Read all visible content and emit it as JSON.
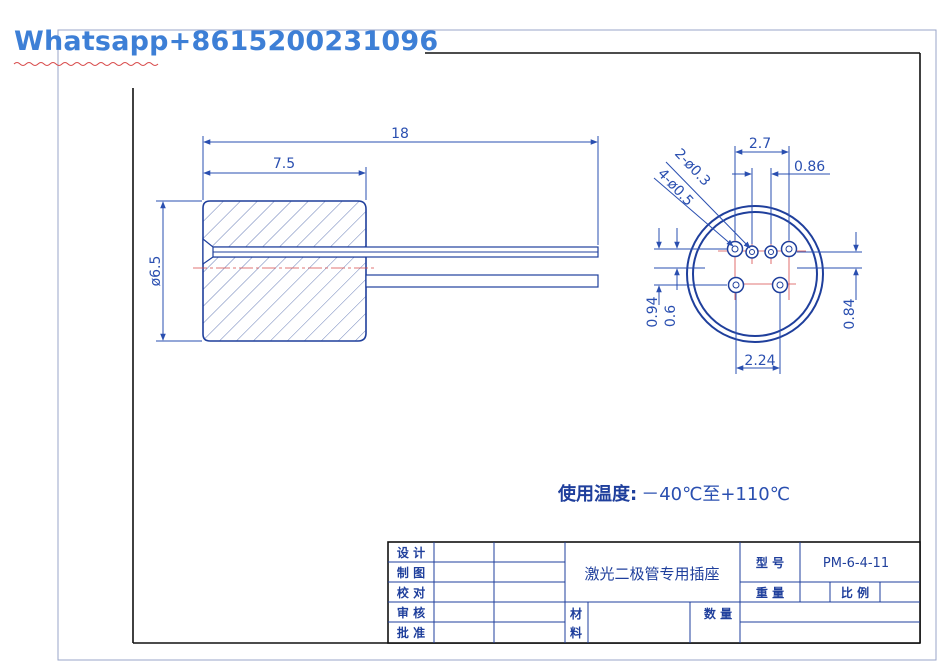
{
  "watermark": {
    "text": "Whatsapp+8615200231096"
  },
  "dimensions": {
    "length_total": "18",
    "length_body": "7.5",
    "diameter_body": "ø6.5",
    "pitch_top": "2.7",
    "offset_right": "0.86",
    "holes_small": "2-ø0.3",
    "holes_large": "4-ø0.5",
    "left_vertical_a": "0.94",
    "left_vertical_b": "0.6",
    "right_vertical": "0.84",
    "pitch_bottom": "2.24"
  },
  "temperature": {
    "label": "使用温度",
    "colon": ":",
    "value": "－40℃至+110℃"
  },
  "title_block": {
    "designer": "设 计",
    "drafter": "制 图",
    "checker": "校 对",
    "reviewer": "审 核",
    "approver": "批 准",
    "part_name": "激光二极管专用插座",
    "model_label": "型 号",
    "model_value": "PM-6-4-11",
    "weight_label": "重 量",
    "scale_label": "比 例",
    "material_label_1": "材",
    "material_label_2": "料",
    "quantity_label": "数 量"
  },
  "colors": {
    "line": "#1f3f9c",
    "watermark": "#3d7fd6",
    "squiggle": "#d84a4a",
    "hatch": "#6a7fb8"
  }
}
